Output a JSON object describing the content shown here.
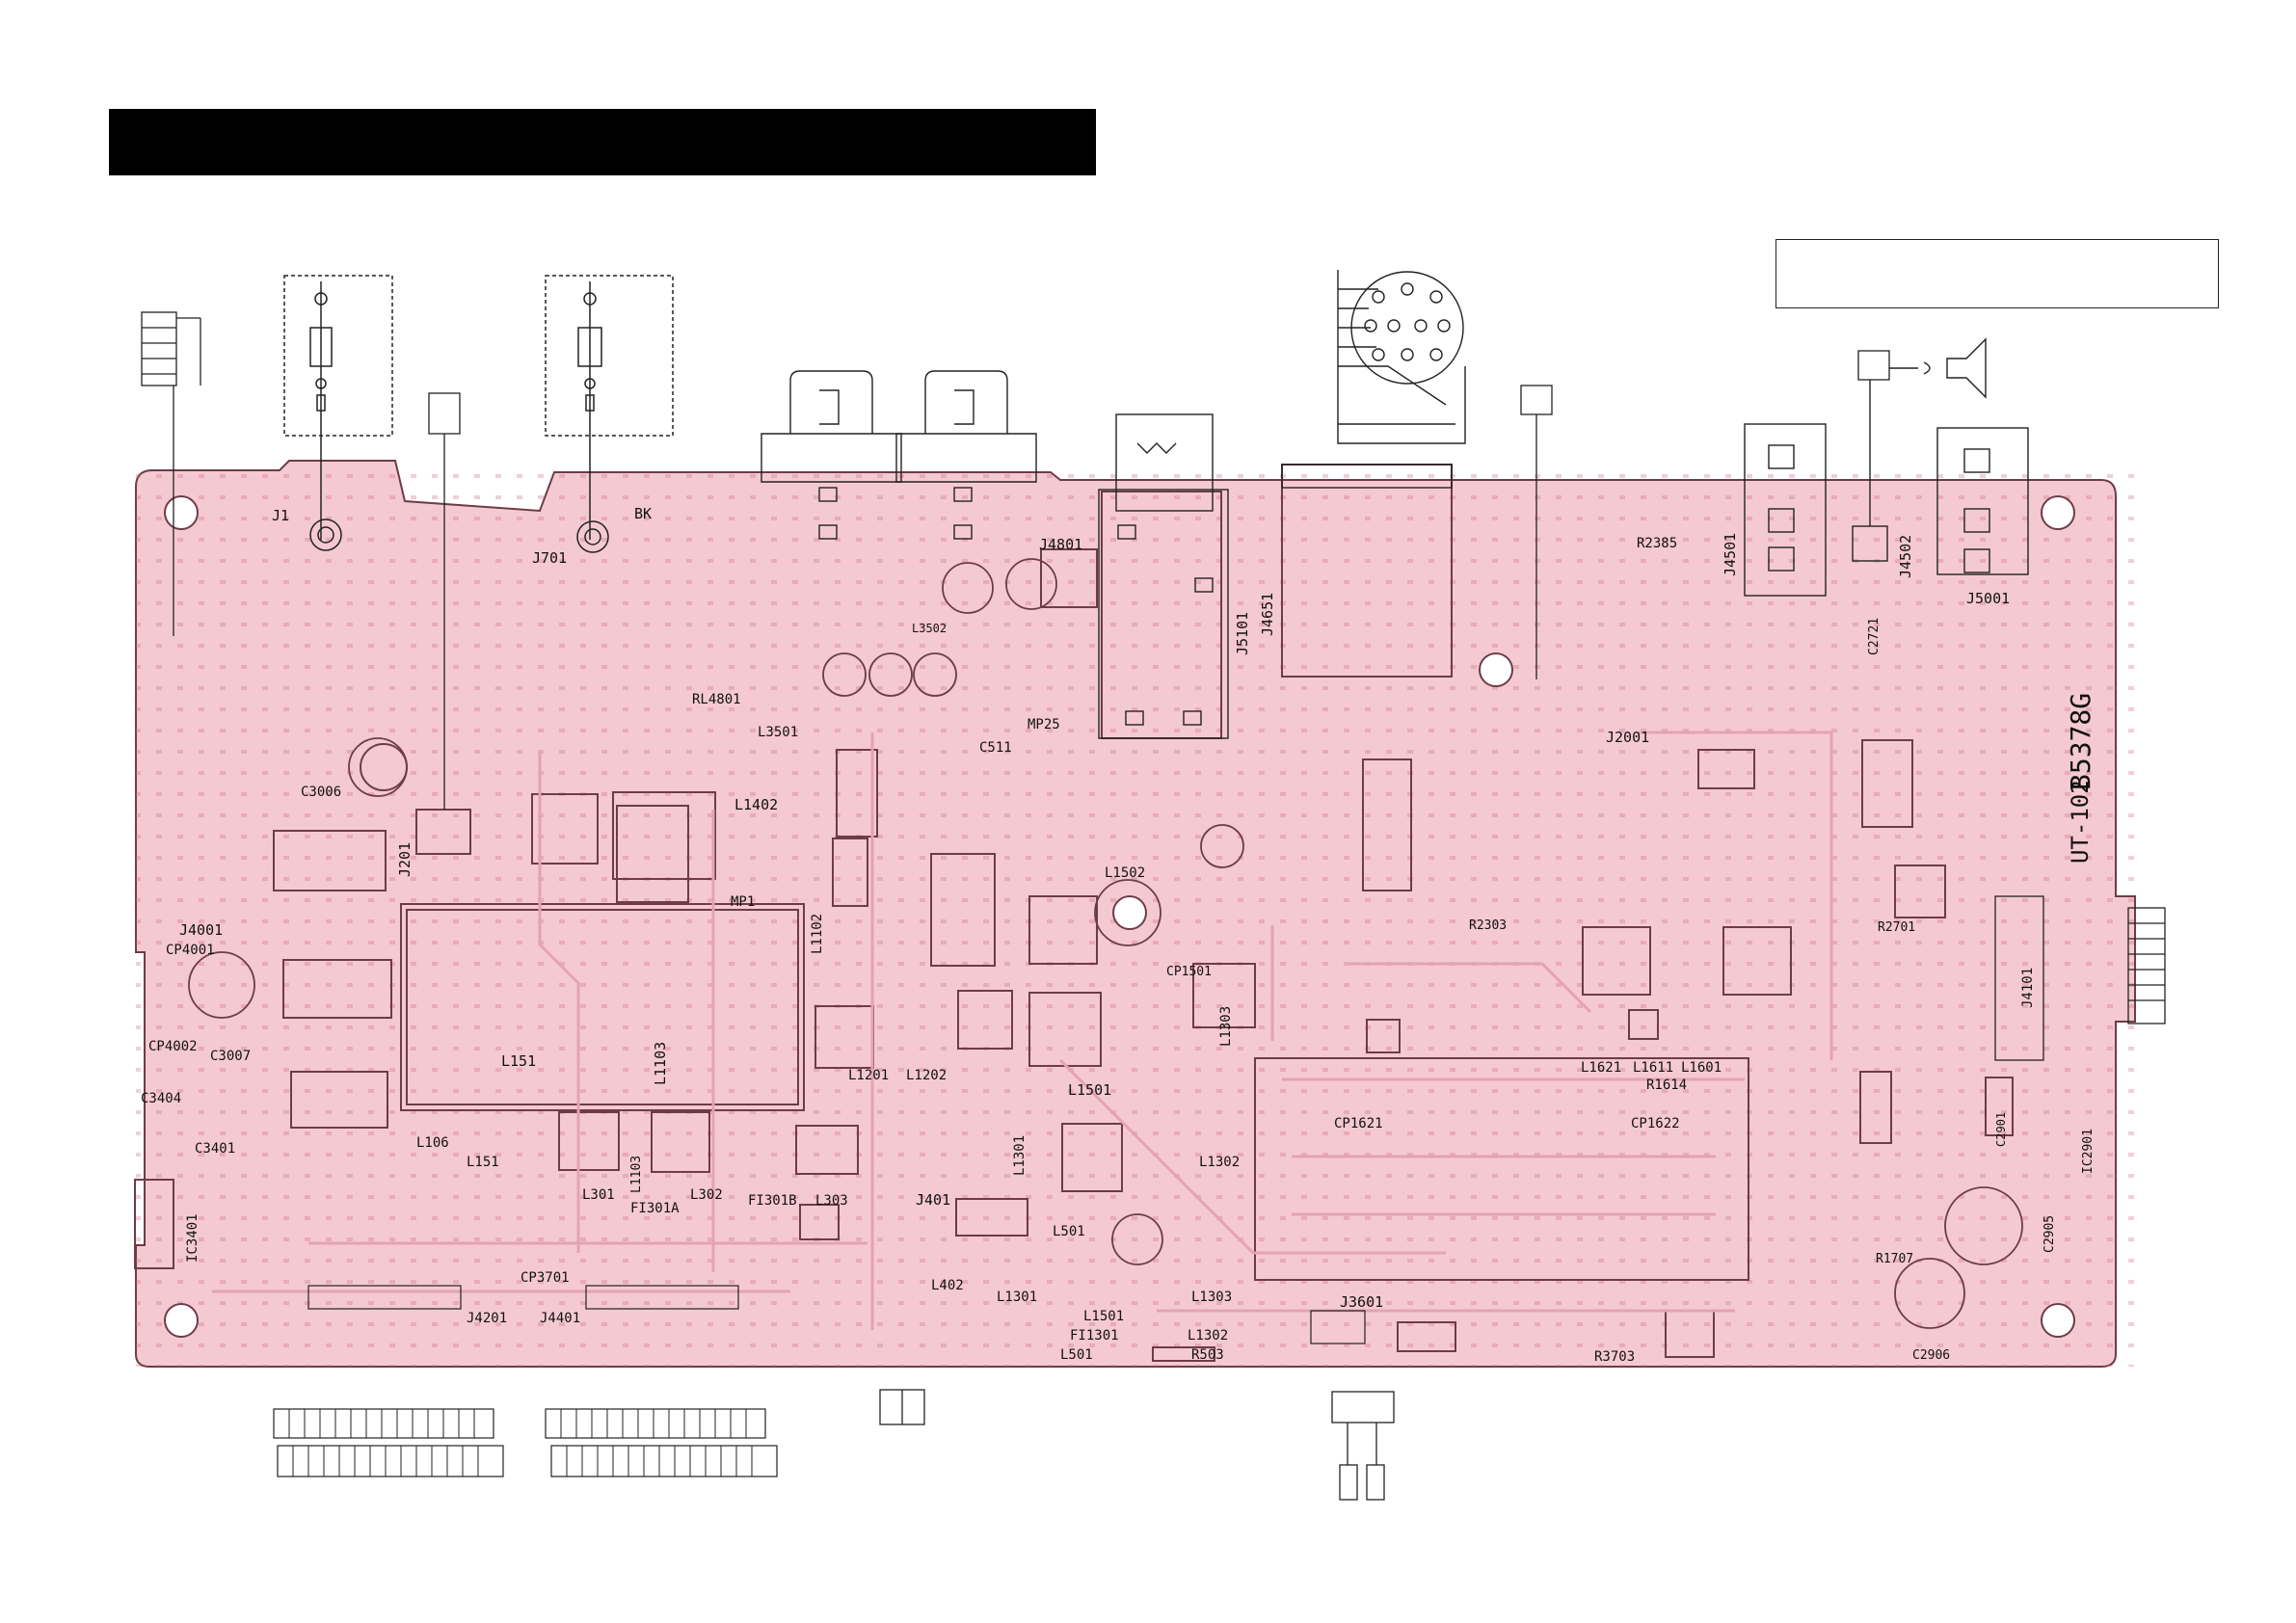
{
  "board": {
    "id": "B5378G",
    "model": "UT-102",
    "colors": {
      "board_fill": "#f5c9d2",
      "board_edge": "#7a4a55",
      "trace": "#e8a9b6",
      "ink": "#111111",
      "title_bar": "#000000"
    }
  },
  "labels": {
    "j1": "J1",
    "j701": "J701",
    "bk": "BK",
    "j4801": "J4801",
    "j5101": "J5101",
    "j4651": "J4651",
    "r2385": "R2385",
    "j4501": "J4501",
    "j4502": "J4502",
    "j5001": "J5001",
    "rl4801": "RL4801",
    "l3501": "L3501",
    "c511": "C511",
    "mp25": "MP25",
    "l3502": "L3502",
    "l1402": "L1402",
    "c3006": "C3006",
    "j201": "J201",
    "l1502": "L1502",
    "j2001": "J2001",
    "c2721": "C2721",
    "j4001": "J4001",
    "cp4001": "CP4001",
    "cp4002": "CP4002",
    "c3007": "C3007",
    "l151a": "L151",
    "l1103a": "L1103",
    "mp1": "MP1",
    "l1102": "L1102",
    "l1201": "L1201",
    "l1202": "L1202",
    "l1303a": "L1303",
    "cp1501": "CP1501",
    "l1501a": "L1501",
    "l1621": "L1621",
    "l1611": "L1611",
    "l1601": "L1601",
    "r1614": "R1614",
    "r2303": "R2303",
    "r2701": "R2701",
    "j4101": "J4101",
    "c3404": "C3404",
    "c3401": "C3401",
    "ic3401": "IC3401",
    "l106": "L106",
    "l151b": "L151",
    "l1103b": "L1103",
    "l301": "L301",
    "l302": "L302",
    "l303": "L303",
    "fi301a": "FI301A",
    "fi301b": "FI301B",
    "j401": "J401",
    "l1301a": "L1301",
    "l1302a": "L1302",
    "l501a": "L501",
    "cp1621": "CP1621",
    "cp1622": "CP1622",
    "r1707": "R1707",
    "ic2901": "IC2901",
    "c2905": "C2905",
    "c2906": "C2906",
    "cp3701": "CP3701",
    "j4201": "J4201",
    "j4401": "J4401",
    "l402": "L402",
    "l1301b": "L1301",
    "l1303b": "L1303",
    "l1501b": "L1501",
    "fi1301": "FI1301",
    "l1302b": "L1302",
    "l501b": "L501",
    "r503": "R503",
    "j3601": "J3601",
    "r3703": "R3703",
    "c2901": "C2901"
  }
}
